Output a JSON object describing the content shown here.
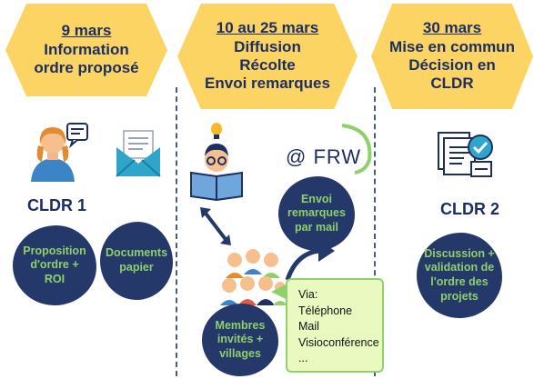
{
  "steps": [
    {
      "date": "9 mars",
      "lines": [
        "Information",
        "ordre proposé"
      ]
    },
    {
      "date": "10 au 25 mars",
      "lines": [
        "Diffusion",
        "Récolte",
        "Envoi remarques"
      ]
    },
    {
      "date": "30 mars",
      "lines": [
        "Mise en commun",
        "Décision en",
        "CLDR"
      ]
    }
  ],
  "labels": {
    "cldr1": "CLDR 1",
    "cldr2": "CLDR 2",
    "frw": "@ FRW"
  },
  "bubbles": {
    "b1": [
      "Proposition",
      "d'ordre +",
      "ROI"
    ],
    "b2": [
      "Documents",
      "papier"
    ],
    "b3": [
      "Envoi",
      "remarques",
      "par mail"
    ],
    "b4": [
      "Membres",
      "invités +",
      "villages"
    ],
    "b5": [
      "Discussion +",
      "validation de",
      "l'ordre des",
      "projets"
    ]
  },
  "note": [
    "Via:",
    "Téléphone",
    "Mail",
    "Visioconférence",
    "..."
  ],
  "colors": {
    "hexagon": "#fbd464",
    "navy": "#24386a",
    "green_text": "#8fd06a",
    "note_bg": "#e9f9c0"
  }
}
